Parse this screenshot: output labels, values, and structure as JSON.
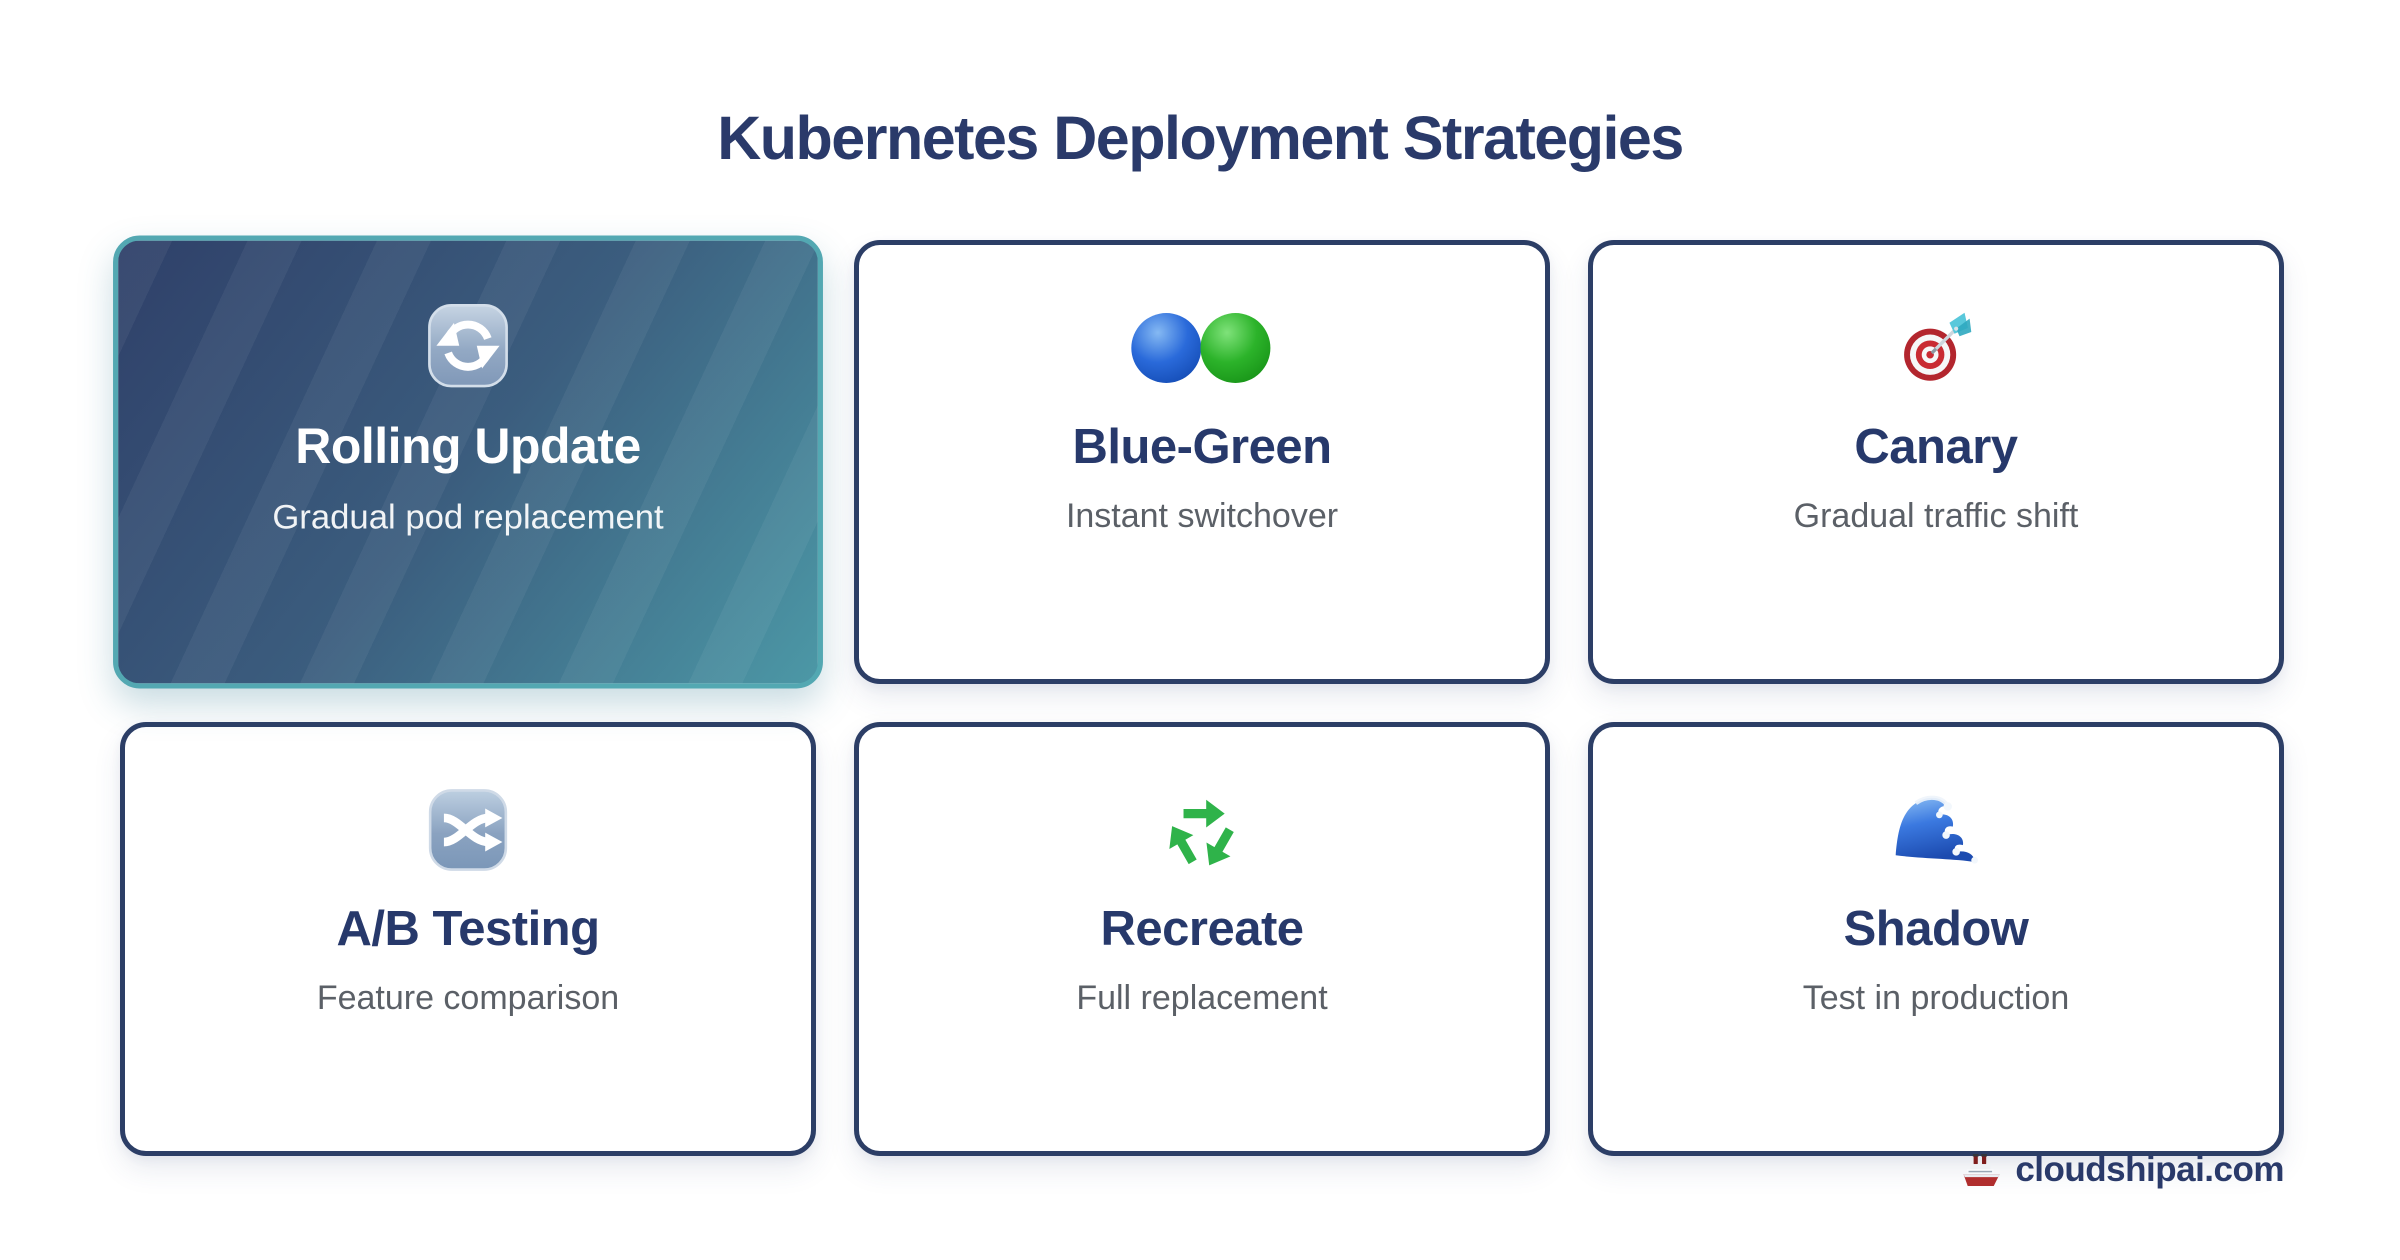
{
  "page": {
    "title": "Kubernetes Deployment Strategies"
  },
  "cards": [
    {
      "title": "Rolling Update",
      "subtitle": "Gradual pod replacement",
      "icon": "counterclockwise-arrows",
      "state": "active",
      "gradient_start": "#2f4069",
      "gradient_end": "#4c98a6",
      "border_color": "#53a8b2"
    },
    {
      "title": "Blue-Green",
      "subtitle": "Instant switchover",
      "icon": "blue-green-circles",
      "state": "default"
    },
    {
      "title": "Canary",
      "subtitle": "Gradual traffic shift",
      "icon": "dart-target",
      "state": "default"
    },
    {
      "title": "A/B Testing",
      "subtitle": "Feature comparison",
      "icon": "shuffle-arrows",
      "state": "default"
    },
    {
      "title": "Recreate",
      "subtitle": "Full replacement",
      "icon": "recycle-symbol",
      "state": "default"
    },
    {
      "title": "Shadow",
      "subtitle": "Test in production",
      "icon": "water-wave",
      "state": "default"
    }
  ],
  "footer": {
    "brand": "cloudshipai.com",
    "icon": "ship"
  },
  "colors": {
    "title_navy": "#2a3a6a",
    "card_border_navy": "#2c3e66",
    "card_title_navy": "#27396b",
    "subtitle_gray": "#5b6067",
    "active_border_teal": "#53a8b2",
    "background": "#ffffff"
  }
}
